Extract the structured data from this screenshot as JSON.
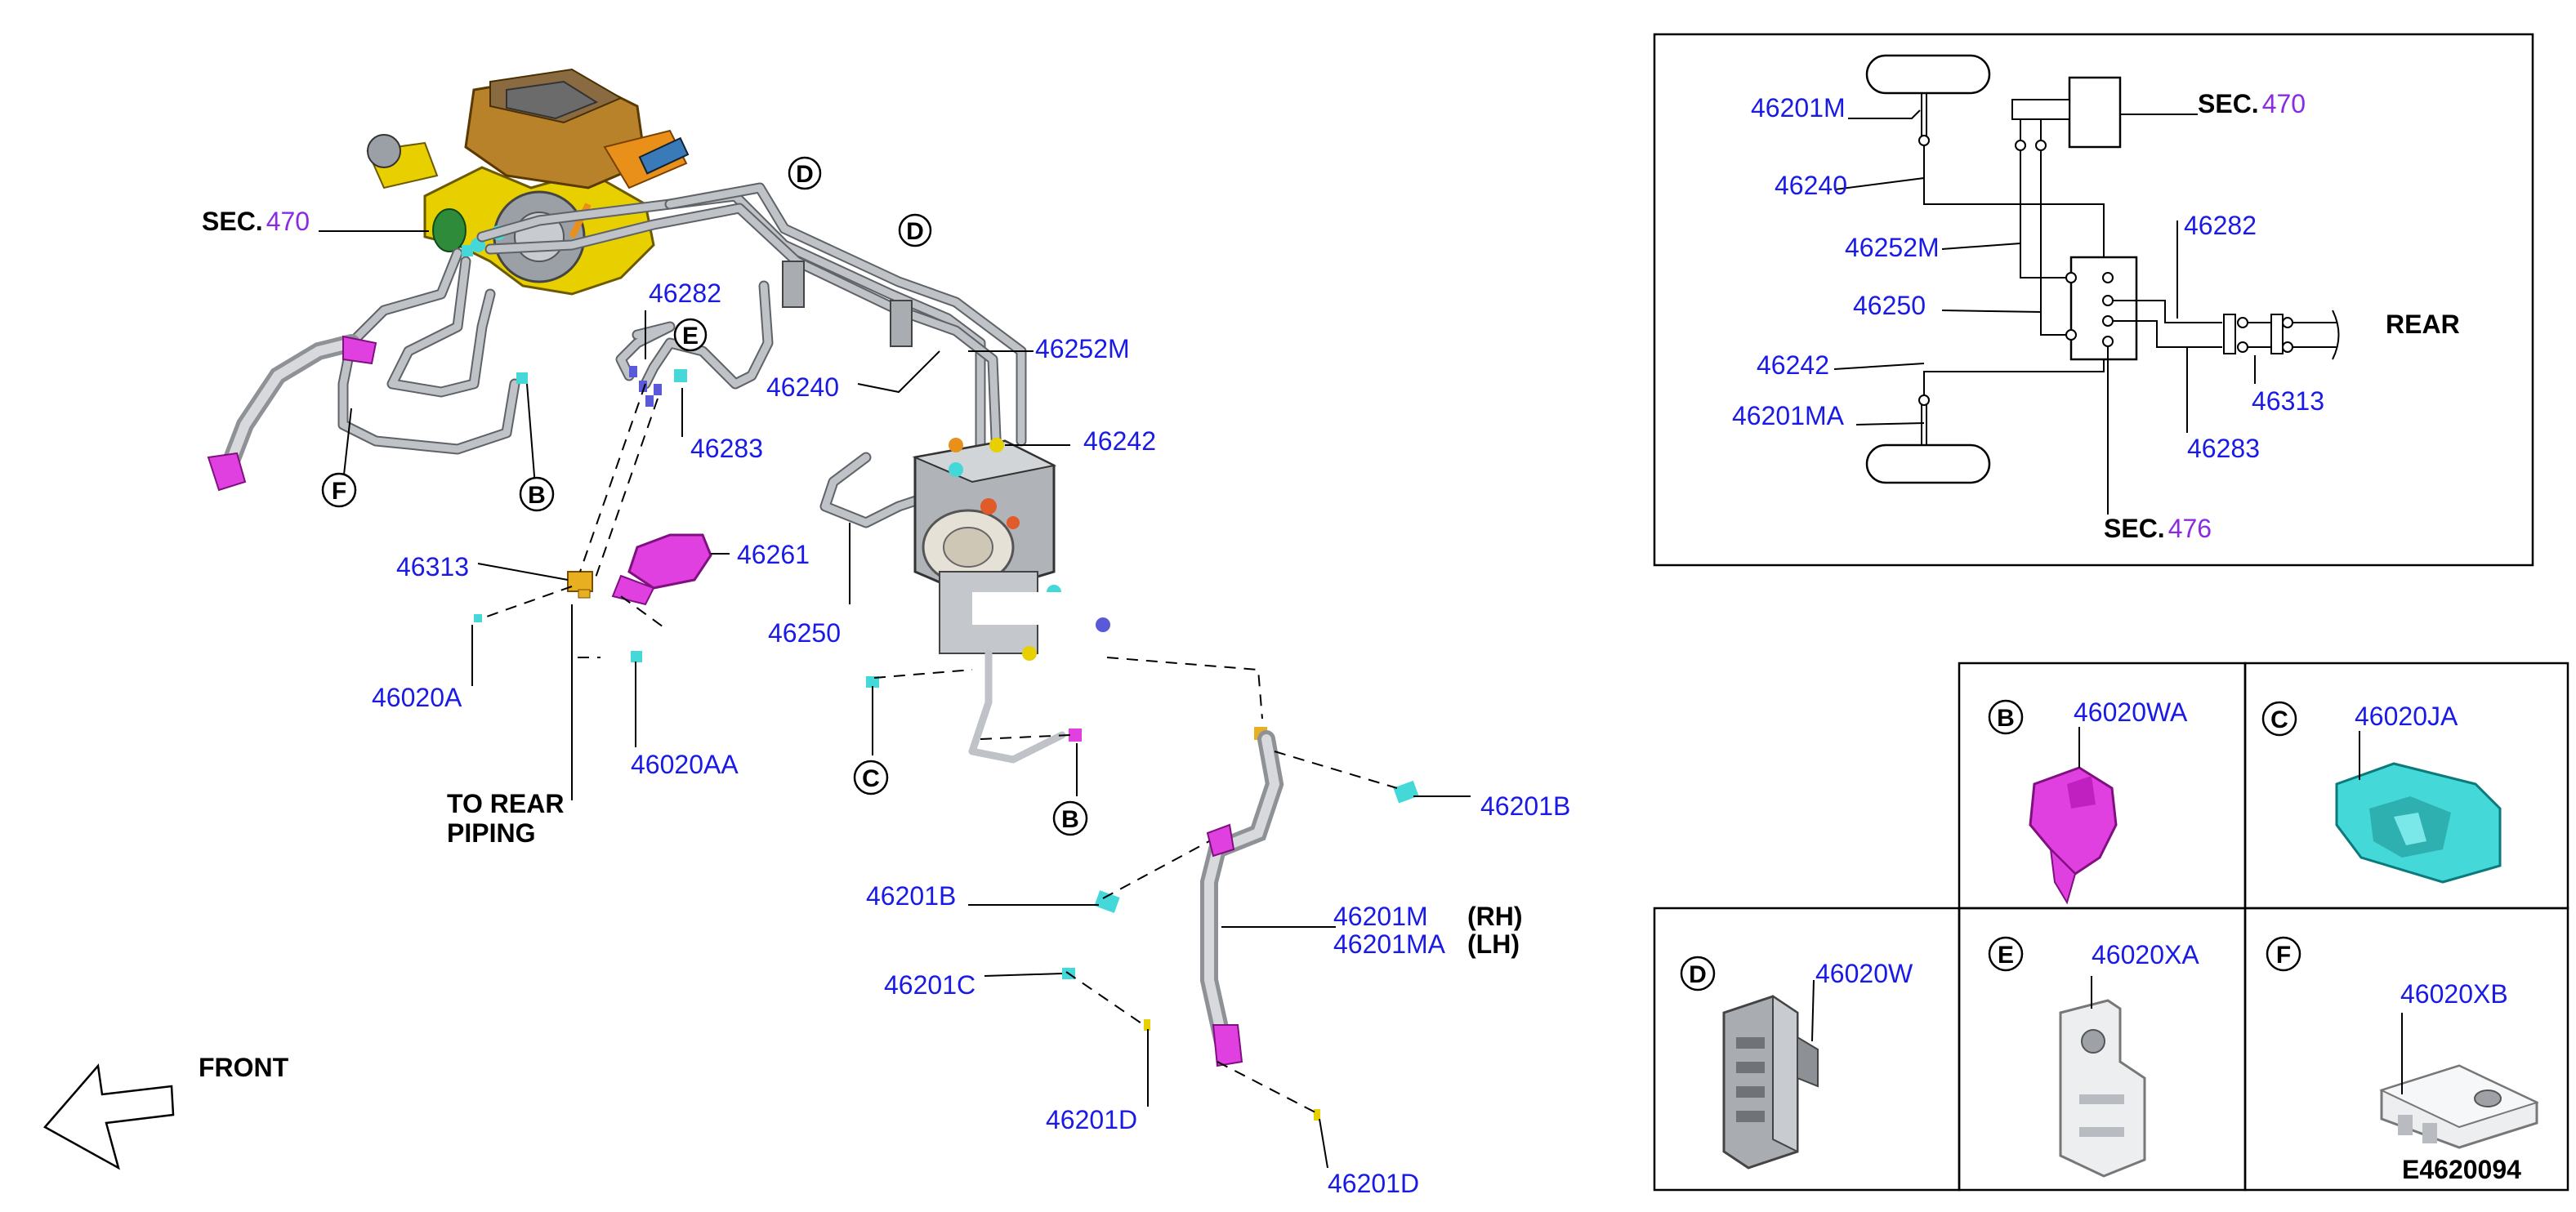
{
  "diagram_id": "E4620094",
  "main": {
    "sec470": {
      "prefix": "SEC.",
      "num": "470"
    },
    "front": "FRONT",
    "to_rear": [
      "TO REAR",
      "PIPING"
    ],
    "rh": "(RH)",
    "lh": "(LH)",
    "parts": {
      "p46282": "46282",
      "p46252M": "46252M",
      "p46240": "46240",
      "p46242": "46242",
      "p46283": "46283",
      "p46313": "46313",
      "p46261": "46261",
      "p46250": "46250",
      "p46020A": "46020A",
      "p46020AA": "46020AA",
      "p46201B_r": "46201B",
      "p46201B_l": "46201B",
      "p46201M": "46201M",
      "p46201MA": "46201MA",
      "p46201C": "46201C",
      "p46201D_l": "46201D",
      "p46201D_r": "46201D"
    },
    "callouts": [
      "D",
      "D",
      "E",
      "F",
      "B",
      "C",
      "B"
    ]
  },
  "schematic": {
    "rear": "REAR",
    "sec470": {
      "prefix": "SEC.",
      "num": "470"
    },
    "sec476": {
      "prefix": "SEC.",
      "num": "476"
    },
    "parts": {
      "s46201M": "46201M",
      "s46240": "46240",
      "s46252M": "46252M",
      "s46250": "46250",
      "s46242": "46242",
      "s46201MA": "46201MA",
      "s46282": "46282",
      "s46313": "46313",
      "s46283": "46283"
    }
  },
  "details": [
    {
      "letter": "B",
      "part": "46020WA"
    },
    {
      "letter": "C",
      "part": "46020JA"
    },
    {
      "letter": "D",
      "part": "46020W"
    },
    {
      "letter": "E",
      "part": "46020XA"
    },
    {
      "letter": "F",
      "part": "46020XB"
    }
  ],
  "colors": {
    "part_number": "#1a1ae6",
    "section_number": "#8a2be2",
    "magenta_part": "#e040e0",
    "cyan_part": "#44d8d8",
    "yellow_body": "#e8d000",
    "orange_part": "#e8901a"
  }
}
